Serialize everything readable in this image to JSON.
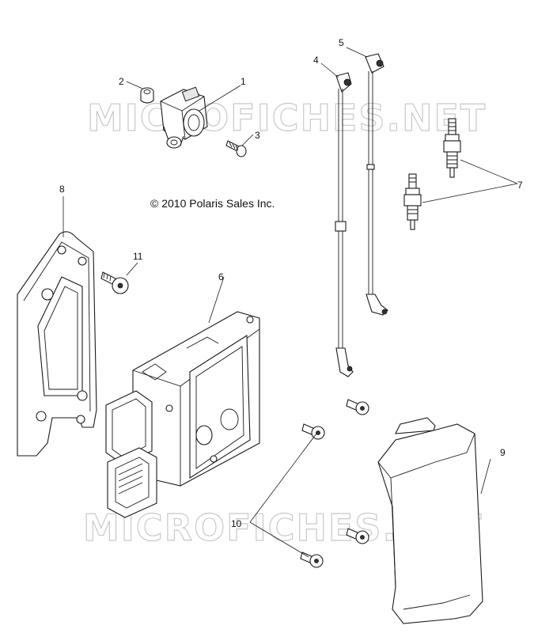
{
  "copyright": "© 2010 Polaris Sales Inc.",
  "watermark": "MICROFICHES.NET",
  "callouts": {
    "c1": "1",
    "c2": "2",
    "c3": "3",
    "c4": "4",
    "c5": "5",
    "c6": "6",
    "c7": "7",
    "c8": "8",
    "c9": "9",
    "c10": "10",
    "c11": "11"
  },
  "colors": {
    "line": "#1a1a1a",
    "watermark": "#c9c9c9",
    "background": "#ffffff"
  }
}
